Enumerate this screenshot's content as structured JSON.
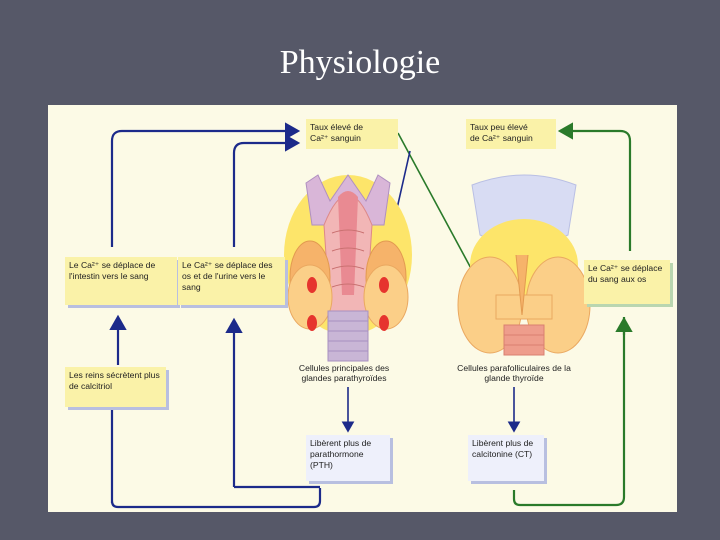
{
  "title": "Physiologie",
  "diagram": {
    "top_left_label_line1": "Taux élevé de",
    "top_left_label_line2": "Ca²⁺ sanguin",
    "top_right_label_line1": "Taux peu élevé",
    "top_right_label_line2": "de Ca²⁺ sanguin",
    "box_intestine": "Le Ca²⁺ se déplace de l'intestin vers le sang",
    "box_bones_urine": "Le Ca²⁺ se déplace des os et de l'urine vers le sang",
    "box_kidneys": "Les reins sécrètent plus de calcitriol",
    "box_to_bones": "Le Ca²⁺ se déplace du sang aux os",
    "caption_parathyroid": "Cellules principales des glandes parathyroïdes",
    "caption_thyroid": "Cellules parafolliculaires de la glande thyroïde",
    "box_pth": "Libèrent plus de parathormone (PTH)",
    "box_ct": "Libèrent plus de calcitonine (CT)"
  },
  "colors": {
    "slide_background": "#565868",
    "panel_background": "#fcfae6",
    "box_fill": "#faf2a8",
    "blue_arrow": "#1c2a8a",
    "green_arrow": "#2a7a2a"
  }
}
